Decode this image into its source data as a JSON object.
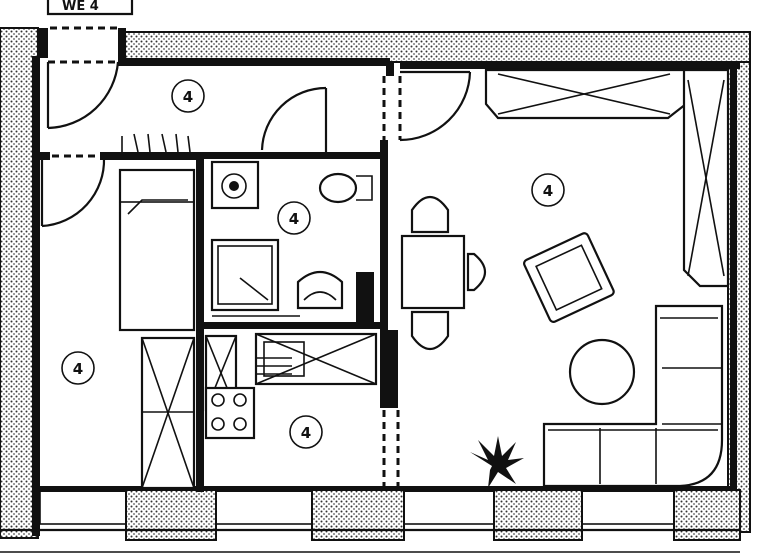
{
  "corner_label": "WE 4",
  "rooms": [
    {
      "id": "hall",
      "label": "4"
    },
    {
      "id": "bathroom",
      "label": "4"
    },
    {
      "id": "living",
      "label": "4"
    },
    {
      "id": "bedroom",
      "label": "4"
    },
    {
      "id": "kitchen",
      "label": "4"
    }
  ]
}
